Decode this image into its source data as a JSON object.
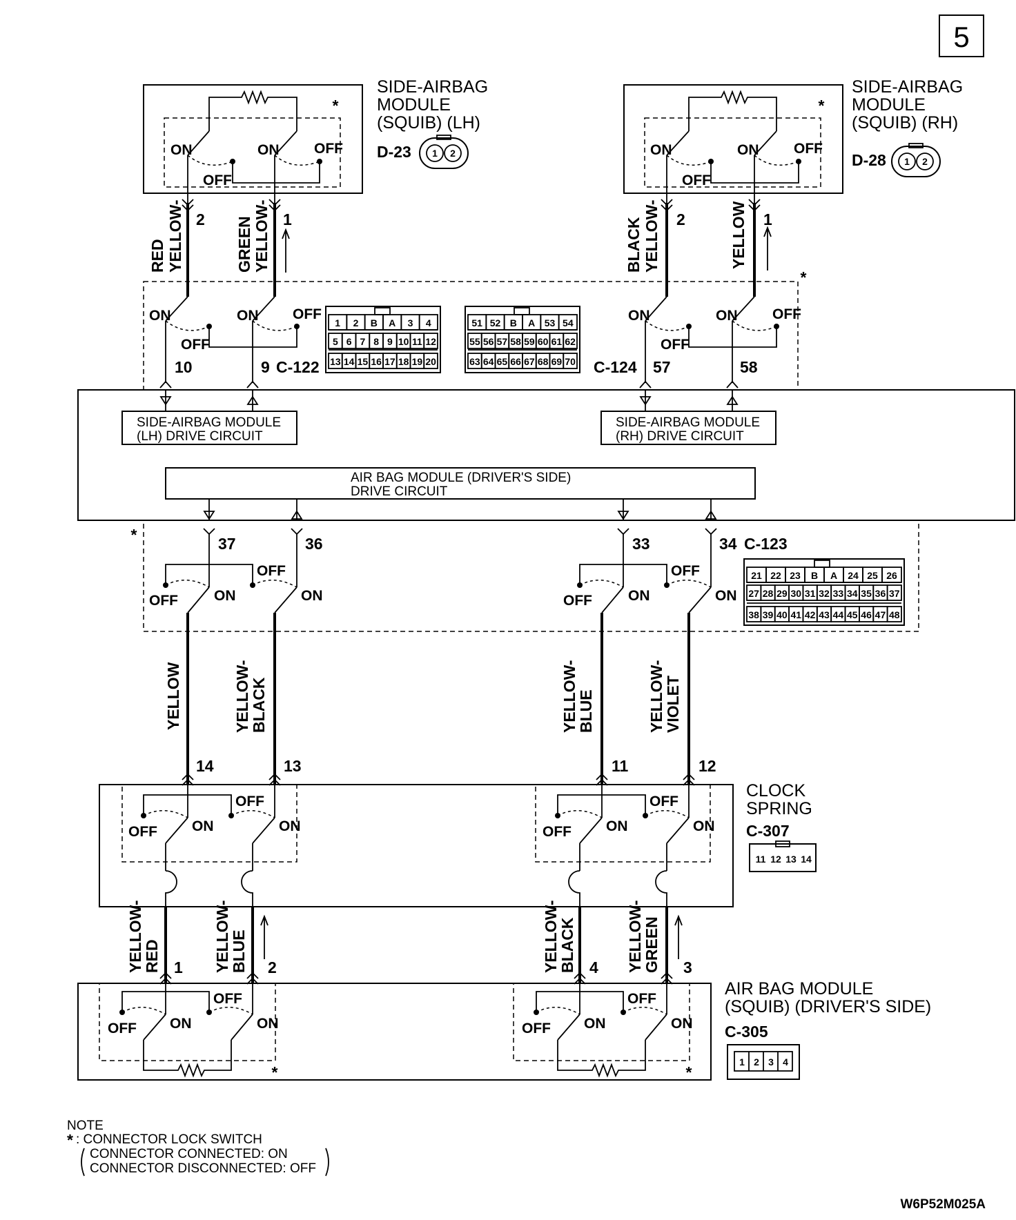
{
  "page_number": "5",
  "modules": {
    "side_lh": {
      "lines": [
        "SIDE-AIRBAG",
        "MODULE",
        "(SQUIB) (LH)"
      ],
      "connector": "D-23"
    },
    "side_rh": {
      "lines": [
        "SIDE-AIRBAG",
        "MODULE",
        "(SQUIB) (RH)"
      ],
      "connector": "D-28"
    },
    "clock_spring": {
      "lines": [
        "CLOCK",
        "SPRING"
      ],
      "connector": "C-307"
    },
    "driver_airbag": {
      "lines": [
        "AIR BAG MODULE",
        "(SQUIB) (DRIVER'S SIDE)"
      ],
      "connector": "C-305"
    }
  },
  "connector_plugs": {
    "d23": [
      "1",
      "2"
    ],
    "d28": [
      "1",
      "2"
    ],
    "c307": [
      "11",
      "12",
      "13",
      "14"
    ],
    "c305": [
      "1",
      "2",
      "3",
      "4"
    ]
  },
  "ecu": {
    "connector_left": "C-122",
    "connector_mid": "C-124",
    "connector_bottom": "C-123",
    "lh_circuit": [
      "SIDE-AIRBAG MODULE",
      "(LH) DRIVE CIRCUIT"
    ],
    "rh_circuit": [
      "SIDE-AIRBAG MODULE",
      "(RH) DRIVE CIRCUIT"
    ],
    "driver_circuit": [
      "AIR BAG MODULE (DRIVER'S SIDE)",
      "DRIVE CIRCUIT"
    ]
  },
  "connector_grids": {
    "c122": {
      "row1": [
        "1",
        "2",
        "B",
        "A",
        "3",
        "4"
      ],
      "row2": [
        "5",
        "6",
        "7",
        "8",
        "9",
        "10",
        "11",
        "12"
      ],
      "row3": [
        "13",
        "14",
        "15",
        "16",
        "17",
        "18",
        "19",
        "20"
      ]
    },
    "c124": {
      "row1": [
        "51",
        "52",
        "B",
        "A",
        "53",
        "54"
      ],
      "row2": [
        "55",
        "56",
        "57",
        "58",
        "59",
        "60",
        "61",
        "62"
      ],
      "row3": [
        "63",
        "64",
        "65",
        "66",
        "67",
        "68",
        "69",
        "70"
      ]
    },
    "c123": {
      "row1": [
        "21",
        "22",
        "23",
        "B",
        "A",
        "24",
        "25",
        "26"
      ],
      "row2": [
        "27",
        "28",
        "29",
        "30",
        "31",
        "32",
        "33",
        "34",
        "35",
        "36",
        "37"
      ],
      "row3": [
        "38",
        "39",
        "40",
        "41",
        "42",
        "43",
        "44",
        "45",
        "46",
        "47",
        "48"
      ]
    }
  },
  "wires": {
    "top_lh": [
      {
        "color": [
          "YELLOW-",
          "RED"
        ],
        "pin_top": "2",
        "pin_bottom": "10"
      },
      {
        "color": [
          "YELLOW-",
          "GREEN"
        ],
        "pin_top": "1",
        "pin_bottom": "9"
      }
    ],
    "top_rh": [
      {
        "color": [
          "YELLOW-",
          "BLACK"
        ],
        "pin_top": "2",
        "pin_bottom": "57"
      },
      {
        "color": [
          "YELLOW"
        ],
        "pin_top": "1",
        "pin_bottom": "58"
      }
    ],
    "mid": [
      {
        "color": [
          "YELLOW"
        ],
        "pin_top": "37",
        "pin_bottom": "14"
      },
      {
        "color": [
          "YELLOW-",
          "BLACK"
        ],
        "pin_top": "36",
        "pin_bottom": "13"
      },
      {
        "color": [
          "YELLOW-",
          "BLUE"
        ],
        "pin_top": "33",
        "pin_bottom": "11"
      },
      {
        "color": [
          "YELLOW-",
          "VIOLET"
        ],
        "pin_top": "34",
        "pin_bottom": "12"
      }
    ],
    "bottom": [
      {
        "color": [
          "YELLOW-",
          "RED"
        ],
        "pin": "1"
      },
      {
        "color": [
          "YELLOW-",
          "BLUE"
        ],
        "pin": "2"
      },
      {
        "color": [
          "YELLOW-",
          "BLACK"
        ],
        "pin": "4"
      },
      {
        "color": [
          "YELLOW-",
          "GREEN"
        ],
        "pin": "3"
      }
    ]
  },
  "switch_labels": {
    "on": "ON",
    "off": "OFF"
  },
  "asterisk": "*",
  "note": {
    "title": "NOTE",
    "line1": ": CONNECTOR LOCK SWITCH",
    "line2": "CONNECTOR CONNECTED: ON",
    "line3": "CONNECTOR DISCONNECTED: OFF"
  },
  "figure_code": "W6P52M025A"
}
